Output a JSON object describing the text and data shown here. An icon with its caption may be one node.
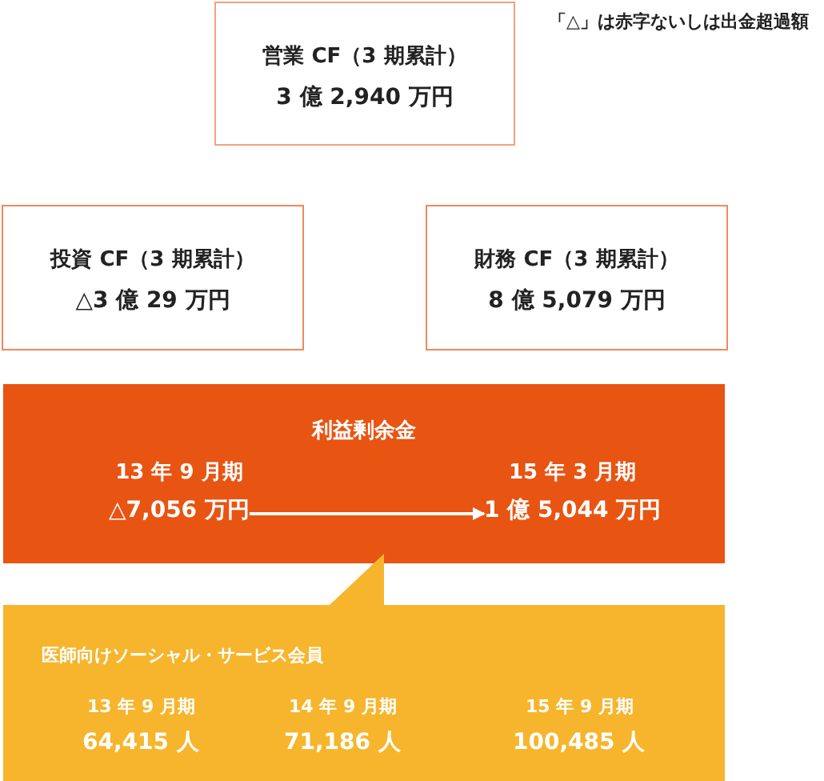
{
  "diagram": {
    "nodes": [
      {
        "text": [
          "営業 CF（3 期累計）",
          "3 億 2,940 万円"
        ]
      },
      {
        "text": [
          "投資 CF（3 期累計）",
          "△3 億 29 万円"
        ]
      },
      {
        "text": [
          "財務 CF（3 期累計）",
          "8 億 5,079 万円"
        ]
      },
      {
        "text": [
          "利益剰余金"
        ]
      },
      {
        "text": [
          "13 年 9 月期",
          "△7,056 万円"
        ],
        "in": 3
      },
      {
        "text": [
          "15 年 3 月期",
          "1 億 5,044 万円"
        ],
        "in": 3
      },
      {
        "text": [
          "医師向けソーシャル・サービス会員"
        ]
      }
    ],
    "edges": [
      {
        "from": 4,
        "to": 5,
        "arrow": "to"
      }
    ],
    "labels": [
      "「△」は赤字ないしは出金超過額",
      "13 年 9 月期",
      "14 年 9 月期",
      "15 年 9 月期",
      "64,415 人",
      "71,186 人",
      "100,485 人"
    ]
  }
}
